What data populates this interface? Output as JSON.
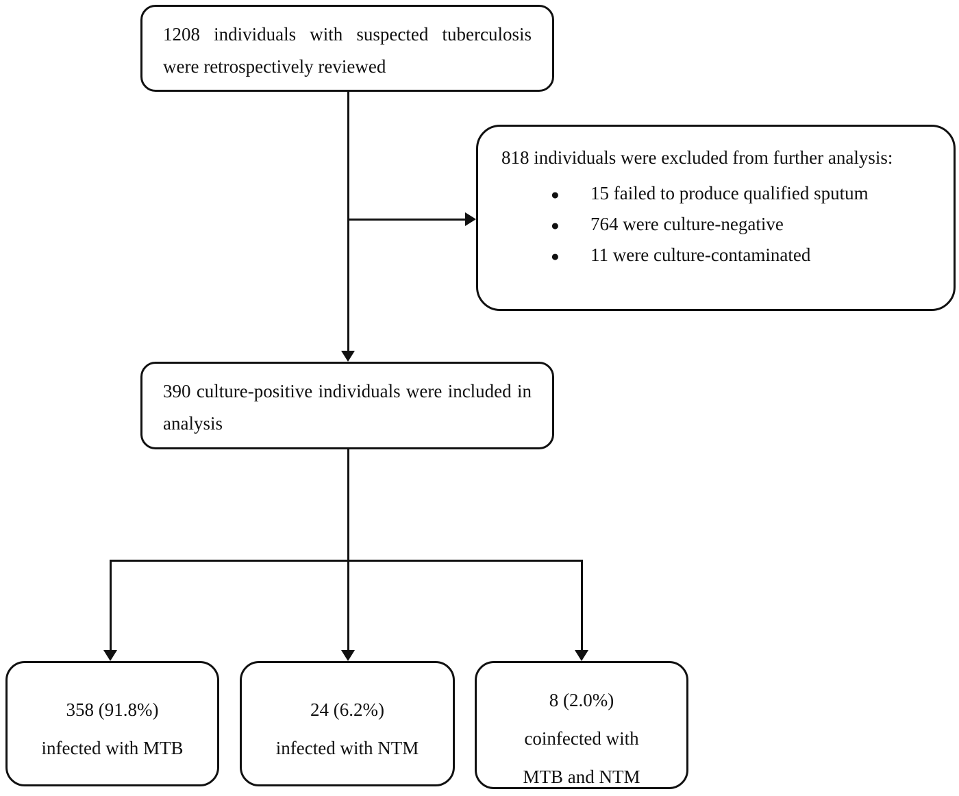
{
  "flowchart": {
    "colors": {
      "line": "#111111",
      "background": "#ffffff",
      "text": "#111111"
    },
    "boxes": {
      "suspected": {
        "text": "1208 individuals with suspected tuberculosis were retrospectively reviewed"
      },
      "excluded": {
        "intro": "818 individuals were excluded from further analysis:",
        "bullet_glyph": "●",
        "bullets": [
          "15 failed to produce qualified sputum",
          "764 were culture-negative",
          "11 were culture-contaminated"
        ]
      },
      "included": {
        "text": "390 culture-positive individuals were included in analysis"
      },
      "mtb": {
        "line1": "358 (91.8%)",
        "line2": "infected with MTB"
      },
      "ntm": {
        "line1": "24 (6.2%)",
        "line2": "infected with NTM"
      },
      "coinfected": {
        "line1": "8 (2.0%)",
        "line2": "coinfected with",
        "line3": "MTB and NTM"
      }
    }
  }
}
